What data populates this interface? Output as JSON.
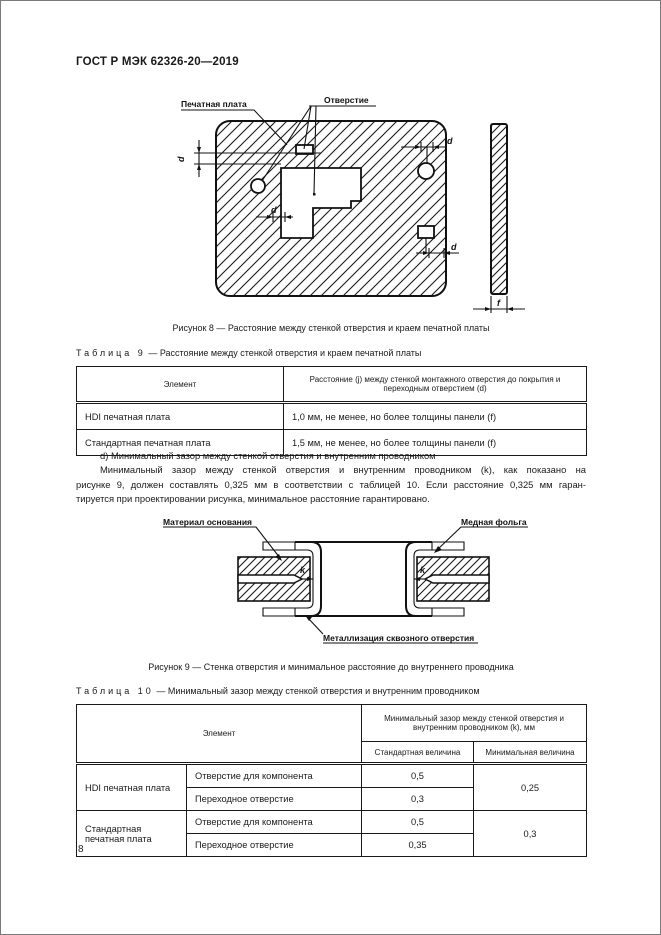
{
  "page": {
    "header": "ГОСТ Р МЭК 62326-20—2019",
    "number": "8"
  },
  "figure8": {
    "labels": {
      "pcb": "Печатная плата",
      "hole": "Отверстие"
    },
    "dims": {
      "d": "d",
      "f": "f"
    },
    "caption": "Рисунок 8 — Расстояние между стенкой отверстия и краем печатной платы"
  },
  "table9": {
    "title_label": "Таблица 9",
    "title_text": "— Расстояние между стенкой отверстия и краем печатной платы",
    "headers": {
      "element": "Элемент",
      "distance": "Расстояние (j) между стенкой монтажного отверстия до покрытия и переходным отверстием (d)"
    },
    "rows": [
      {
        "element": "HDI печатная плата",
        "value": "1,0 мм, не менее, но более толщины панели (f)"
      },
      {
        "element": "Стандартная печатная плата",
        "value": "1,5 мм, не менее, но более толщины панели (f)"
      }
    ]
  },
  "paragraph_d": {
    "heading": "d) Минимальный зазор между стенкой отверстия и внутренним проводником",
    "lines": [
      "Минимальный зазор между стенкой отверстия и внутренним проводником (k), как показано на",
      "рисунке 9, должен составлять 0,325 мм в соответствии с таблицей 10. Если расстояние 0,325 мм гаран-",
      "тируется при проектировании рисунка, минимальное расстояние гарантировано."
    ]
  },
  "figure9": {
    "labels": {
      "base": "Материал основания",
      "foil": "Медная фольга",
      "plating": "Металлизация сквозного отверстия",
      "k": "k"
    },
    "caption": "Рисунок 9 — Стенка отверстия и минимальное расстояние до внутреннего проводника"
  },
  "table10": {
    "title_label": "Таблица 10",
    "title_text": "— Минимальный зазор между стенкой отверстия и внутренним проводником",
    "headers": {
      "element": "Элемент",
      "group": "Минимальный зазор между стенкой отверстия и внутренним проводником (k), мм",
      "standard": "Стандартная величина",
      "minimal": "Минимальная величина"
    },
    "groups": [
      {
        "element": "HDI печатная плата",
        "minimal": "0,25",
        "rows": [
          {
            "type": "Отверстие для компонента",
            "standard": "0,5"
          },
          {
            "type": "Переходное отверстие",
            "standard": "0,3"
          }
        ]
      },
      {
        "element": "Стандартная печатная плата",
        "minimal": "0,3",
        "rows": [
          {
            "type": "Отверстие для компонента",
            "standard": "0,5"
          },
          {
            "type": "Переходное отверстие",
            "standard": "0,35"
          }
        ]
      }
    ]
  }
}
